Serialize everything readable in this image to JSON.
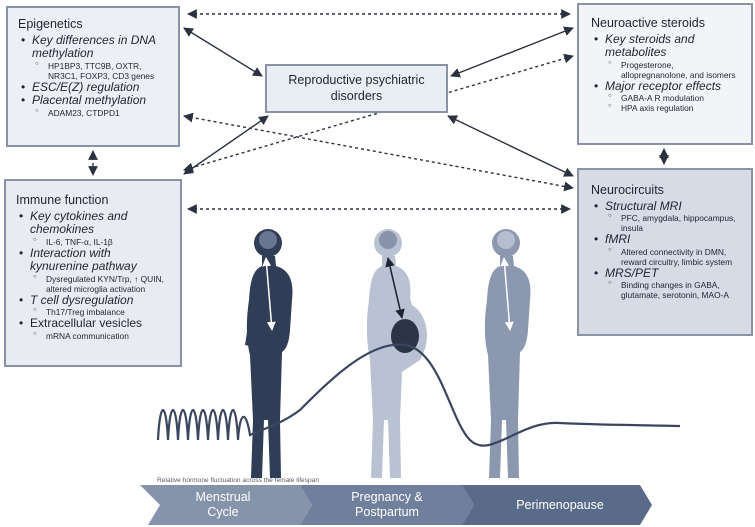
{
  "center": {
    "label_line1": "Reproductive psychiatric",
    "label_line2": "disorders"
  },
  "epigenetics": {
    "title": "Epigenetics",
    "icon": "dna-molecules-icon",
    "items": [
      {
        "label": "Key differences in DNA methylation",
        "sub": [
          "HP1BP3, TTC9B, OXTR, NR3C1, FOXP3, CD3 genes"
        ]
      },
      {
        "label": "ESC/E(Z) regulation",
        "sub": []
      },
      {
        "label": "Placental methylation",
        "sub": [
          "ADAM23, CTDPD1"
        ]
      }
    ]
  },
  "immune": {
    "title": "Immune function",
    "icon": "immune-cell-icon",
    "items": [
      {
        "label": "Key cytokines and chemokines",
        "sub": [
          "IL-6, TNF-α, IL-1β"
        ]
      },
      {
        "label": "Interaction with kynurenine pathway",
        "sub": [
          "Dysregulated KYN/Trp, ↑ QUIN, altered microglia activation"
        ]
      },
      {
        "label": "T cell dysregulation",
        "sub": [
          "Th17/Treg imbalance"
        ]
      },
      {
        "label": "Extracellular vesicles",
        "plain": true,
        "sub": [
          "mRNA communication"
        ]
      }
    ]
  },
  "neurosteroids": {
    "title": "Neuroactive steroids",
    "icon": "steroid-molecule-icon",
    "items": [
      {
        "label": "Key steroids and metabolites",
        "sub": [
          "Progesterone, allopregnanolone, and isomers"
        ]
      },
      {
        "label": "Major receptor effects",
        "sub": [
          "GABA-A R modulation",
          "HPA axis regulation"
        ]
      }
    ]
  },
  "neurocircuits": {
    "title": "Neurocircuits",
    "icon": "mri-scanner-icon",
    "items": [
      {
        "label": "Structural MRI",
        "sub": [
          "PFC, amygdala, hippocampus, insula"
        ]
      },
      {
        "label": "fMRI",
        "sub": [
          "Altered connectivity in DMN, reward circuitry, limbic system"
        ]
      },
      {
        "label": "MRS/PET",
        "sub": [
          "Binding changes in GABA, glutamate, serotonin, MAO-A"
        ]
      }
    ]
  },
  "timeline": {
    "caption": "Relative hormone fluctuation across the female lifespan",
    "phases": [
      {
        "line1": "Menstrual",
        "line2": "Cycle"
      },
      {
        "line1": "Pregnancy &",
        "line2": "Postpartum"
      },
      {
        "line1": "Perimenopause",
        "line2": ""
      }
    ]
  },
  "colors": {
    "box_border": "#8a92a6",
    "arrow": "#2b3140",
    "figure_dark": "#2f3d56",
    "figure_mid": "#9aa5ba",
    "figure_light": "#c9d0dd",
    "phase_1": "#8593ab",
    "phase_2": "#6f7f9c",
    "phase_3": "#5a6b8a"
  }
}
